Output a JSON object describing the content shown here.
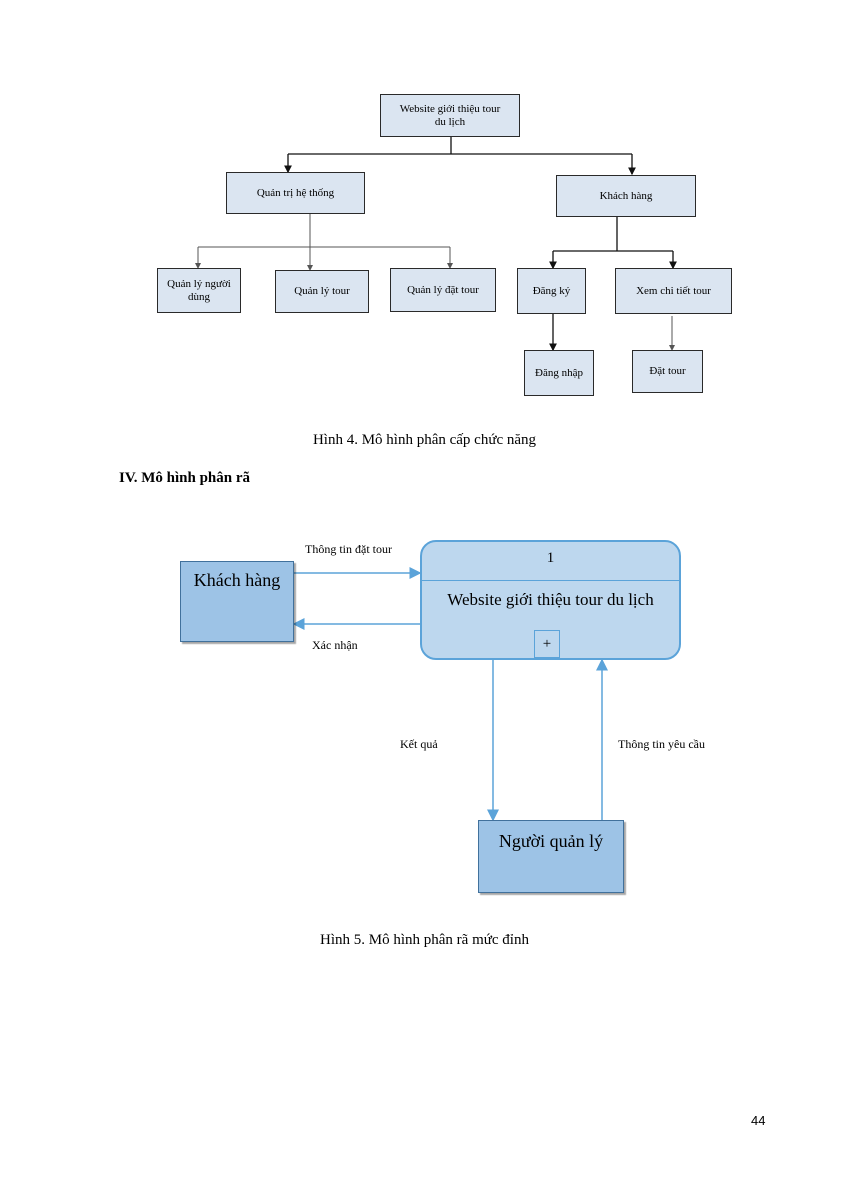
{
  "hierarchy": {
    "root": "Website giới thiệu tour du lịch",
    "admin": "Quản trị hệ thống",
    "customer": "Khách hàng",
    "manage_users": "Quản lý người dùng",
    "manage_tours": "Quản lý tour",
    "manage_bookings": "Quản lý đặt tour",
    "register": "Đăng ký",
    "view_tour": "Xem chi tiết tour",
    "login": "Đăng nhập",
    "book_tour": "Đặt tour"
  },
  "caption4": "Hình 4. Mô hình phân cấp chức năng",
  "heading": "IV. Mô hình phân rã",
  "dfd": {
    "customer": "Khách hàng",
    "process_id": "1",
    "process_name": "Website giới thiệu tour du lịch",
    "expand": "+",
    "manager": "Người quản lý",
    "flow_booking_info": "Thông tin đặt tour",
    "flow_confirm": "Xác nhận",
    "flow_result": "Kết quả",
    "flow_request": "Thông tin yêu cầu"
  },
  "caption5": "Hình 5. Mô hình phân rã mức đỉnh",
  "page_number": "44",
  "colors": {
    "box_fill": "#dbe5f1",
    "entity_fill": "#9dc3e6",
    "process_fill": "#bdd7ee",
    "flow_line": "#5ba3d9"
  }
}
